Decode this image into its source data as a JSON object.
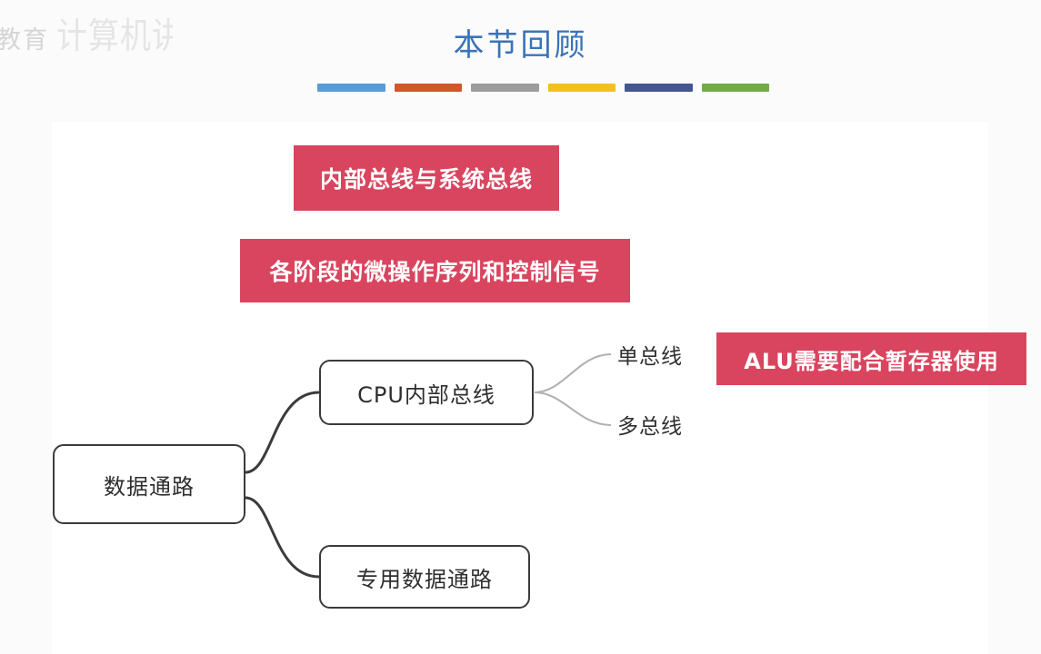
{
  "slide": {
    "title": "本节回顾",
    "watermark_main": "教育",
    "watermark_sub": "计算机讲",
    "title_color": "#3a73b8",
    "accent_color": "#d9455f",
    "color_bars": [
      {
        "name": "bar-blue",
        "color": "#5b9bd5"
      },
      {
        "name": "bar-orange",
        "color": "#d1562a"
      },
      {
        "name": "bar-gray",
        "color": "#9c9c9c"
      },
      {
        "name": "bar-yellow",
        "color": "#f0c21b"
      },
      {
        "name": "bar-navy",
        "color": "#44558f"
      },
      {
        "name": "bar-green",
        "color": "#72ac48"
      }
    ]
  },
  "highlights": [
    {
      "name": "highlight-internal-system-bus",
      "text": "内部总线与系统总线"
    },
    {
      "name": "highlight-micro-op-sequence",
      "text": "各阶段的微操作序列和控制信号"
    },
    {
      "name": "highlight-alu-register",
      "text": "ALU需要配合暂存器使用"
    }
  ],
  "mindmap": {
    "root": {
      "label": "数据通路"
    },
    "branches": [
      {
        "label": "CPU内部总线",
        "children": [
          {
            "label": "单总线"
          },
          {
            "label": "多总线"
          }
        ]
      },
      {
        "label": "专用数据通路",
        "children": []
      }
    ]
  }
}
